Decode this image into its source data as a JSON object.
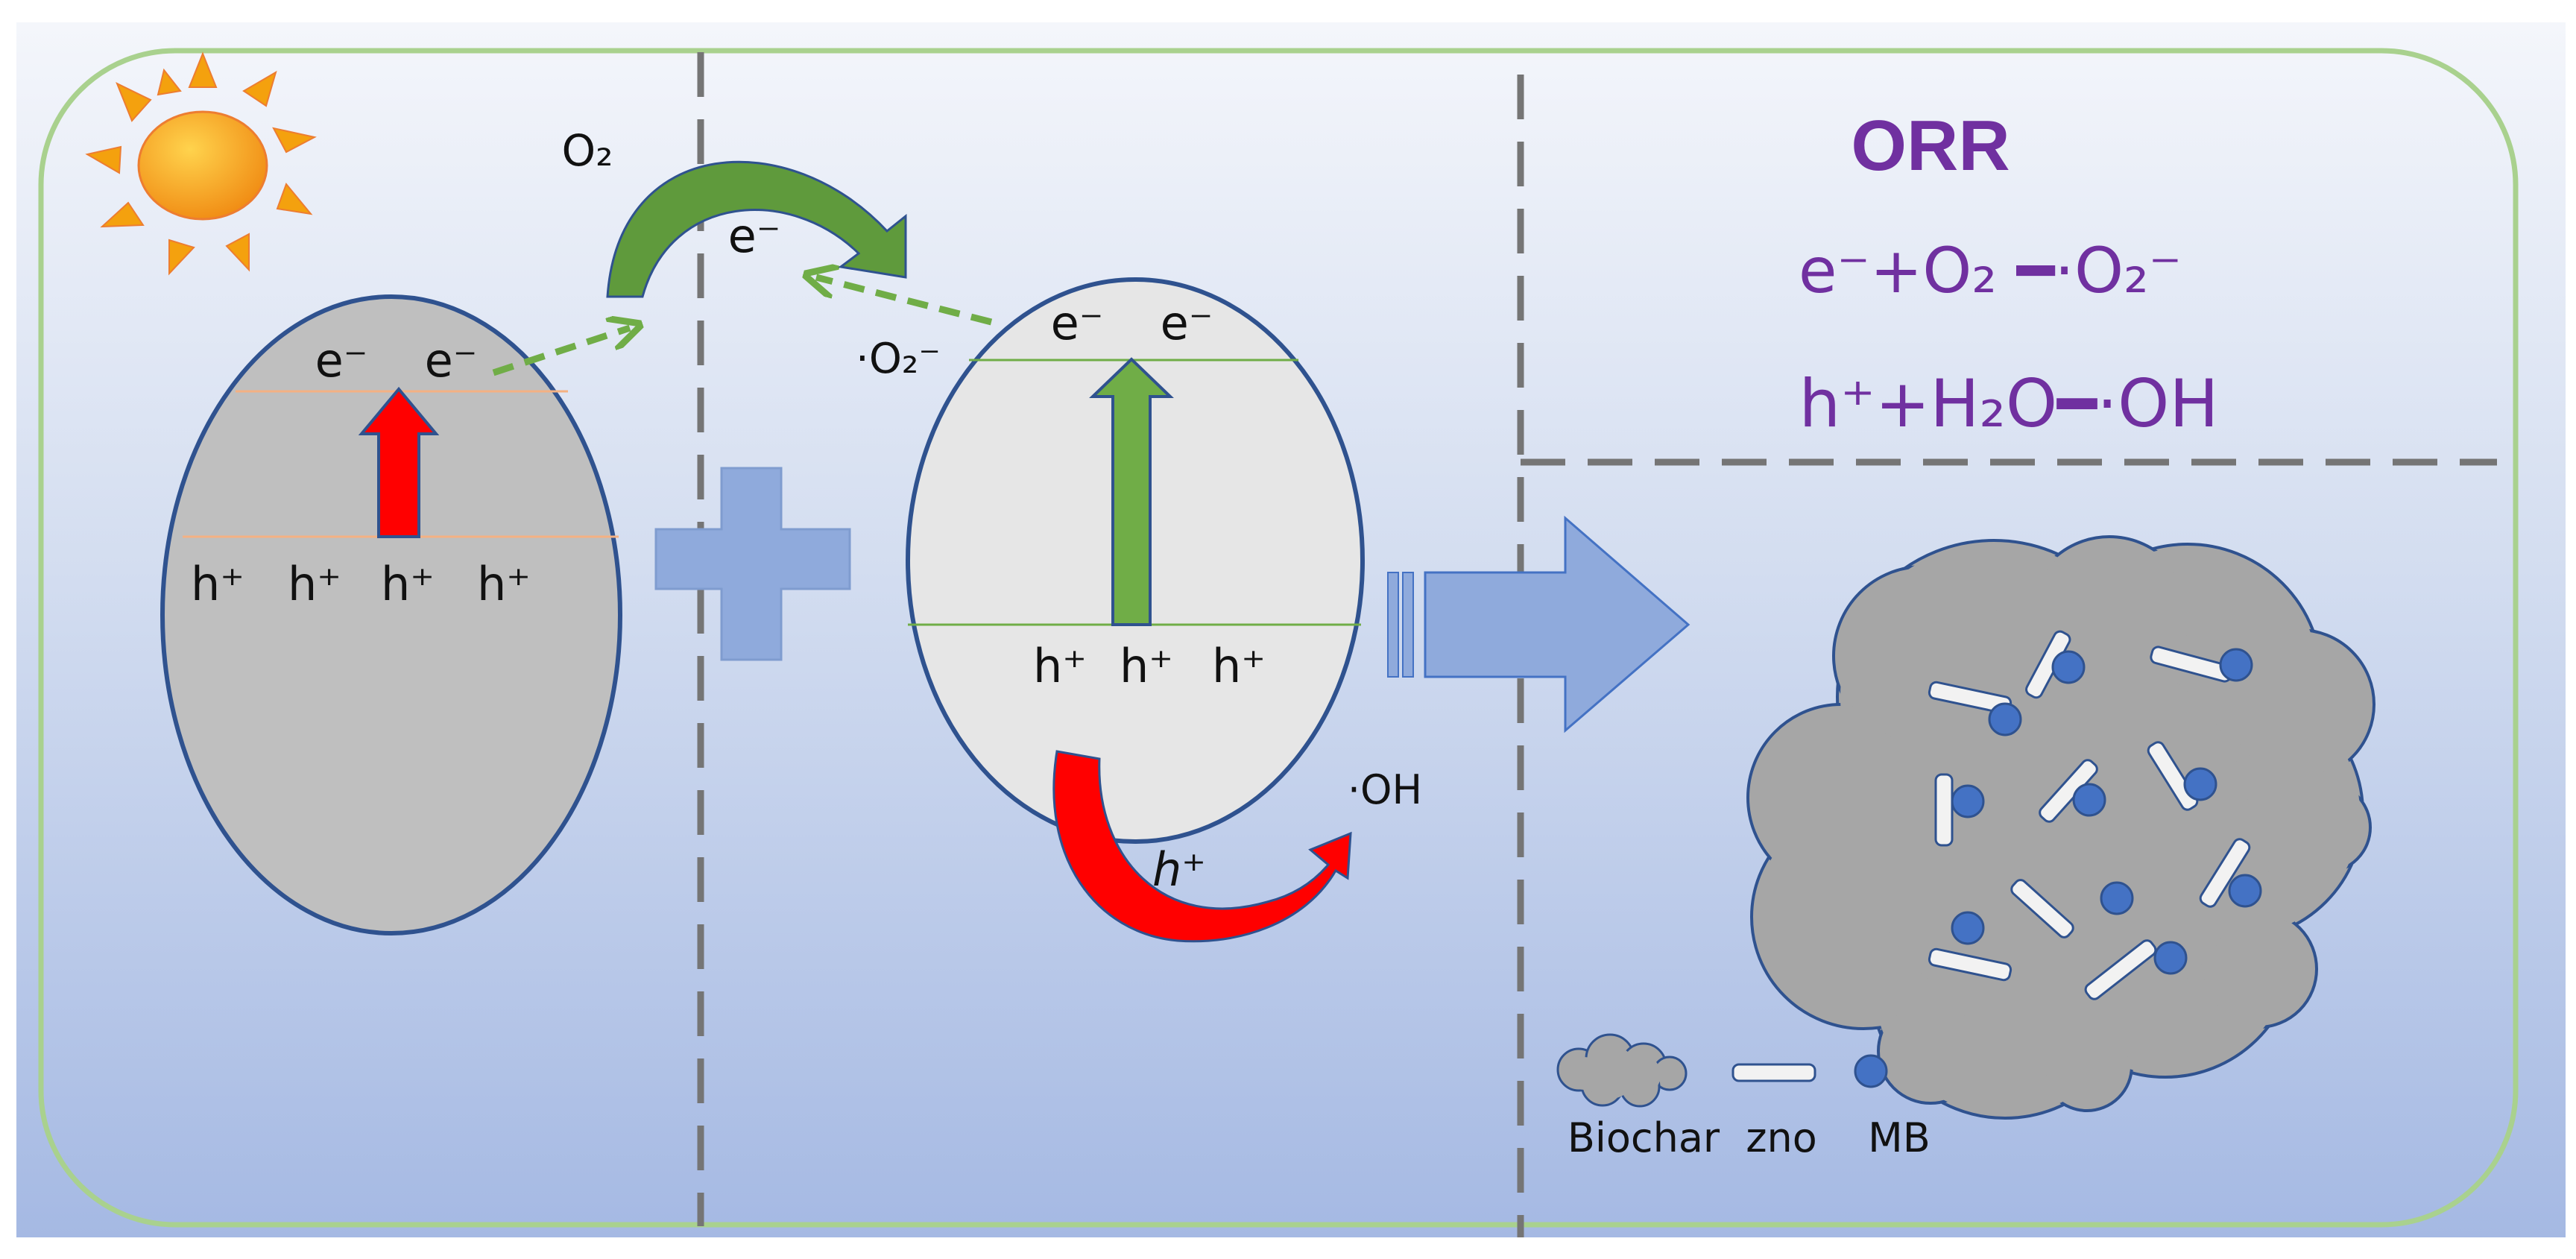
{
  "colors": {
    "frame": "#a9d18e",
    "divider": "#757575",
    "cell_outline": "#2f528f",
    "cell1_fill": "#bfbfbf",
    "cell2_fill": "#e6e6e6",
    "accent_purple": "#7030a0",
    "arrow_red": "#ff0000",
    "arrow_green": "#70ad47",
    "big_arrow_blue": "#8faadc",
    "sun_orange": "#f4a10e"
  },
  "icons": [
    "sun-icon",
    "plus-icon",
    "right-arrow-icon",
    "biochar-cloud-icon",
    "zno-rod-icon",
    "mb-dot-icon"
  ],
  "left_cell": {
    "electrons": [
      "e⁻",
      "e⁻"
    ],
    "holes": [
      "h⁺",
      "h⁺",
      "h⁺",
      "h⁺"
    ]
  },
  "o2_label": "O₂",
  "transfer_electron": "e⁻",
  "superoxide_label": "·O₂⁻",
  "right_cell": {
    "electrons": [
      "e⁻",
      "e⁻"
    ],
    "holes": [
      "h⁺",
      "h⁺",
      "h⁺"
    ]
  },
  "hole_arrow_label": "h⁺",
  "hydroxyl_label": "·OH",
  "orr_panel": {
    "title": "ORR",
    "eq1": "e⁻+O₂ ━·O₂⁻",
    "eq2": "h⁺+H₂O━·OH"
  },
  "legend": {
    "biochar": "Biochar",
    "zno": "zno",
    "mb": "MB"
  }
}
